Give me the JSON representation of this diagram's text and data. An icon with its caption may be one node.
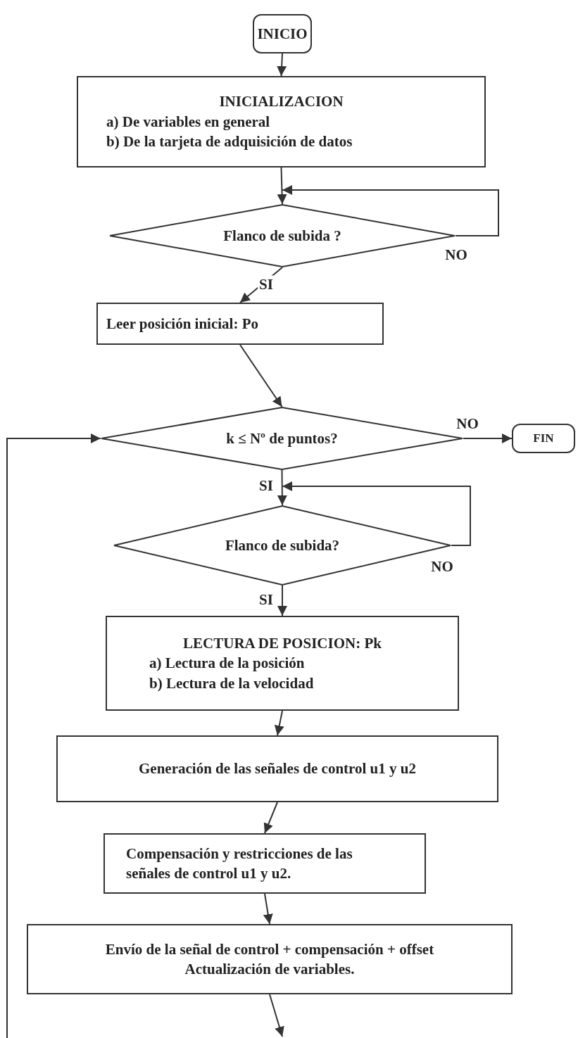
{
  "diagram": {
    "nodes": [
      {
        "text": [
          "INICIO"
        ]
      },
      {
        "text": [
          "INICIALIZACION",
          "a) De variables en general",
          "b) De la tarjeta de adquisición de datos"
        ]
      },
      {
        "text": [
          "Flanco de subida ?"
        ]
      },
      {
        "text": [
          "Leer posición inicial: Po"
        ]
      },
      {
        "text": [
          "k ≤ Nº de puntos?"
        ]
      },
      {
        "text": [
          "FIN"
        ]
      },
      {
        "text": [
          "Flanco de subida?"
        ]
      },
      {
        "text": [
          "LECTURA DE POSICION: Pk",
          "a) Lectura de la posición",
          "b) Lectura de la velocidad"
        ]
      },
      {
        "text": [
          "Generación de las señales de control u1 y u2"
        ]
      },
      {
        "text": [
          "Compensación y restricciones de las señales de control u1 y u2."
        ]
      },
      {
        "text": [
          "Envío de la señal de control + compensación + offset",
          "Actualización de variables."
        ]
      }
    ],
    "edges": [
      {
        "from": 0,
        "to": 1,
        "arrow": "to"
      },
      {
        "from": 1,
        "to": 2,
        "arrow": "to"
      },
      {
        "from": 2,
        "to": 2,
        "arrow": "to",
        "label": "NO"
      },
      {
        "from": 2,
        "to": 3,
        "arrow": "to",
        "label": "SI"
      },
      {
        "from": 3,
        "to": 4,
        "arrow": "to"
      },
      {
        "from": 4,
        "to": 5,
        "arrow": "to",
        "label": "NO"
      },
      {
        "from": 4,
        "to": 6,
        "arrow": "to",
        "label": "SI"
      },
      {
        "from": 6,
        "to": 6,
        "arrow": "to",
        "label": "NO"
      },
      {
        "from": 6,
        "to": 7,
        "arrow": "to",
        "label": "SI"
      },
      {
        "from": 7,
        "to": 8,
        "arrow": "to"
      },
      {
        "from": 8,
        "to": 9,
        "arrow": "to"
      },
      {
        "from": 9,
        "to": 10,
        "arrow": "to"
      },
      {
        "from": 10,
        "to": null,
        "arrow": "to"
      },
      {
        "from": null,
        "to": 4,
        "arrow": "to"
      }
    ]
  }
}
